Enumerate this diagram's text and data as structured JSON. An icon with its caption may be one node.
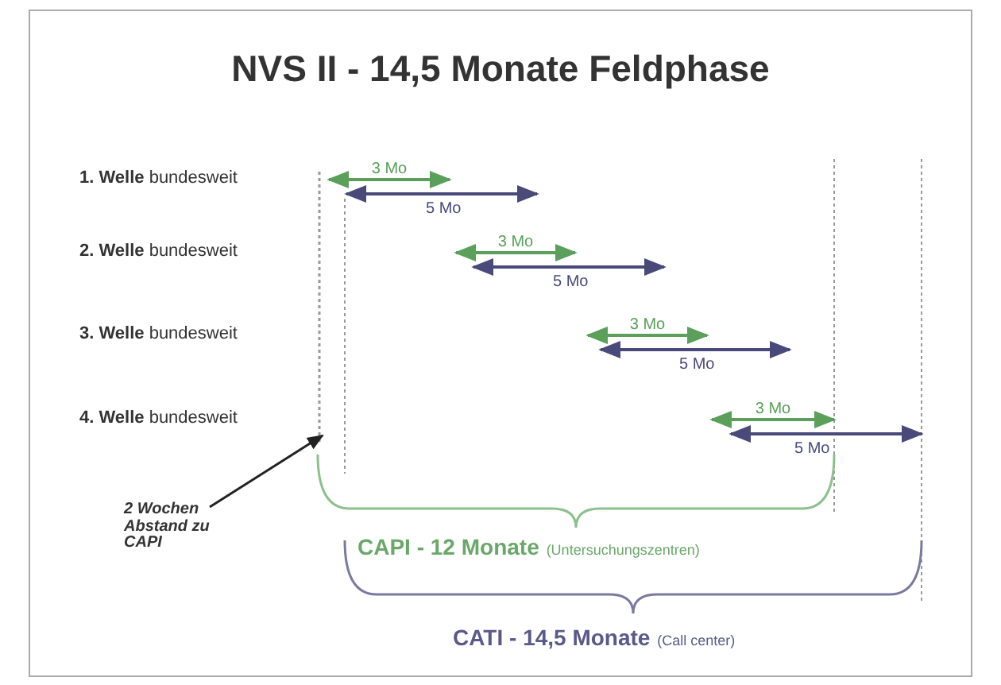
{
  "diagram": {
    "title": "NVS II - 14,5 Monate Feldphase",
    "nodes": [
      {
        "text": [
          "2 Wochen Abstand zu CAPI"
        ]
      },
      {
        "text": [],
        "shape": "line"
      }
    ],
    "edges": [
      {
        "from": 0,
        "to": 1,
        "arrow": "to"
      }
    ],
    "labels": [
      "**1. Welle** bundesweit",
      "3 Mo",
      "5 Mo",
      "**2. Welle** bundesweit",
      "3 Mo",
      "5 Mo",
      "**3. Welle** bundesweit",
      "3 Mo",
      "5 Mo",
      "**4. Welle** bundesweit",
      "3 Mo",
      "5 Mo",
      "CAPI - 12 Monate",
      "(Untersuchungszentren)",
      "CATI - 14,5 Monate",
      "(Call center)"
    ]
  }
}
